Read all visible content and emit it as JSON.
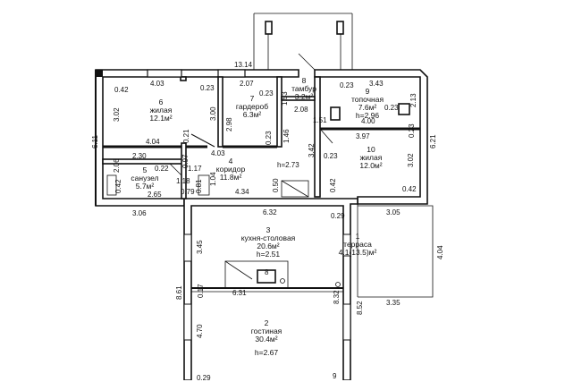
{
  "rooms": [
    {
      "num": "1",
      "name": "терраса",
      "area": "4.1(13.5)м²"
    },
    {
      "num": "2",
      "name": "гостиная",
      "area": "30.4м²",
      "height": "h=2.67"
    },
    {
      "num": "3",
      "name": "кухня-столовая",
      "area": "20.6м²",
      "height": "h=2.51"
    },
    {
      "num": "4",
      "name": "коридор",
      "area": "11.8м²",
      "height": "h=2.73"
    },
    {
      "num": "5",
      "name": "санузел",
      "area": "5.7м²"
    },
    {
      "num": "6",
      "name": "жилая",
      "area": "12.1м²"
    },
    {
      "num": "7",
      "name": "гардероб",
      "area": "6.3м²"
    },
    {
      "num": "8",
      "name": "тамбур",
      "area": "3.2м²"
    },
    {
      "num": "9",
      "name": "топочная",
      "area": "7.6м²",
      "height": "h=2.96"
    },
    {
      "num": "10",
      "name": "жилая",
      "area": "12.0м²"
    }
  ],
  "dims": {
    "d1314": "13.14",
    "d403a": "4.03",
    "d207": "2.07",
    "d343": "3.43",
    "d042a": "0.42",
    "d023a": "0.23",
    "d023b": "0.23",
    "d023c": "0.23",
    "d023d": "0.23",
    "d023e": "0.23",
    "d023f": "0.23",
    "d023g": "0.23",
    "d302a": "3.02",
    "d300": "3.00",
    "d298": "2.98",
    "d153": "1.53",
    "d151": "1.51",
    "d208": "2.08",
    "d213": "2.13",
    "d296": "2.96",
    "d400": "4.00",
    "d397": "3.97",
    "d146": "1.46",
    "d404a": "4.04",
    "d021": "0.21",
    "d403b": "4.03",
    "d611": "6.11",
    "d621": "6.21",
    "d230": "2.30",
    "d097": "0.97",
    "d342": "3.42",
    "d302b": "3.02",
    "d206": "2.06",
    "d022": "0.22",
    "d117": "1.17",
    "d118": "1.18",
    "d104": "1.04",
    "d042b": "0.42",
    "d042c": "0.42",
    "d042d": "0.42",
    "d265": "2.65",
    "d079": "0.79",
    "d081": "0.81",
    "d434": "4.34",
    "d050": "0.50",
    "d306": "3.06",
    "d632": "6.32",
    "d029a": "0.29",
    "d305": "3.05",
    "d404b": "4.04",
    "d345": "3.45",
    "d861": "8.61",
    "d017": "0.17",
    "d631": "6.31",
    "d832": "8.32",
    "d852": "8.52",
    "d335": "3.35",
    "d470": "4.70",
    "d029b": "0.29",
    "d9": "9"
  }
}
